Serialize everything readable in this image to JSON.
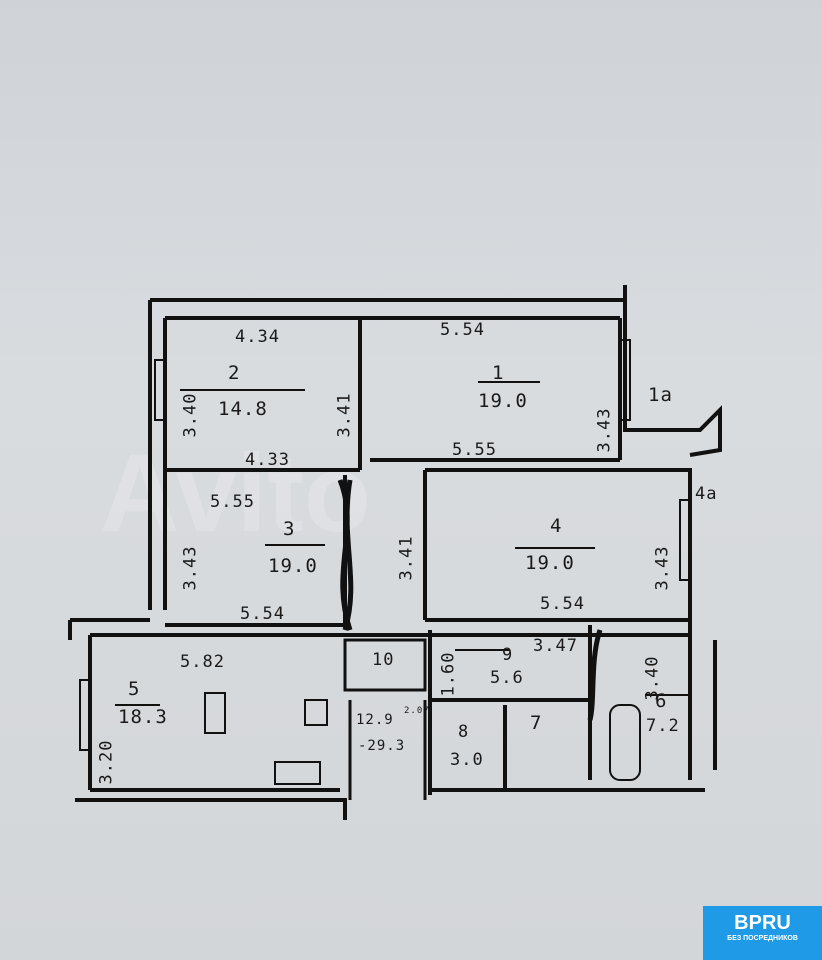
{
  "watermark": "Avito",
  "rooms": [
    {
      "num": "2",
      "area": "14.8",
      "dims": [
        "4.34",
        "3.40",
        "3.41",
        "4.33"
      ]
    },
    {
      "num": "1",
      "area": "19.0",
      "dims": [
        "5.54",
        "3.43",
        "5.55"
      ]
    },
    {
      "num": "1a"
    },
    {
      "num": "4a"
    },
    {
      "num": "3",
      "area": "19.0",
      "dims": [
        "5.55",
        "3.43",
        "3.41",
        "5.54"
      ]
    },
    {
      "num": "4",
      "area": "19.0",
      "dims": [
        "3.43",
        "5.54"
      ]
    },
    {
      "num": "5",
      "area": "18.3",
      "dims": [
        "5.82",
        "3.20"
      ]
    },
    {
      "num": "10"
    },
    {
      "num": "9",
      "area": "5.6",
      "dims": [
        "1.60",
        "3.47"
      ]
    },
    {
      "num": "8",
      "area": "3.0"
    },
    {
      "num": "7"
    },
    {
      "num": "6",
      "area": "7.2",
      "dims": [
        "3.40"
      ]
    },
    {
      "num": "12.9",
      "area": "-29.3",
      "note": "2.07"
    }
  ],
  "logo": {
    "brand": "BPRU",
    "tagline": "БЕЗ ПОСРЕДНИКОВ"
  }
}
